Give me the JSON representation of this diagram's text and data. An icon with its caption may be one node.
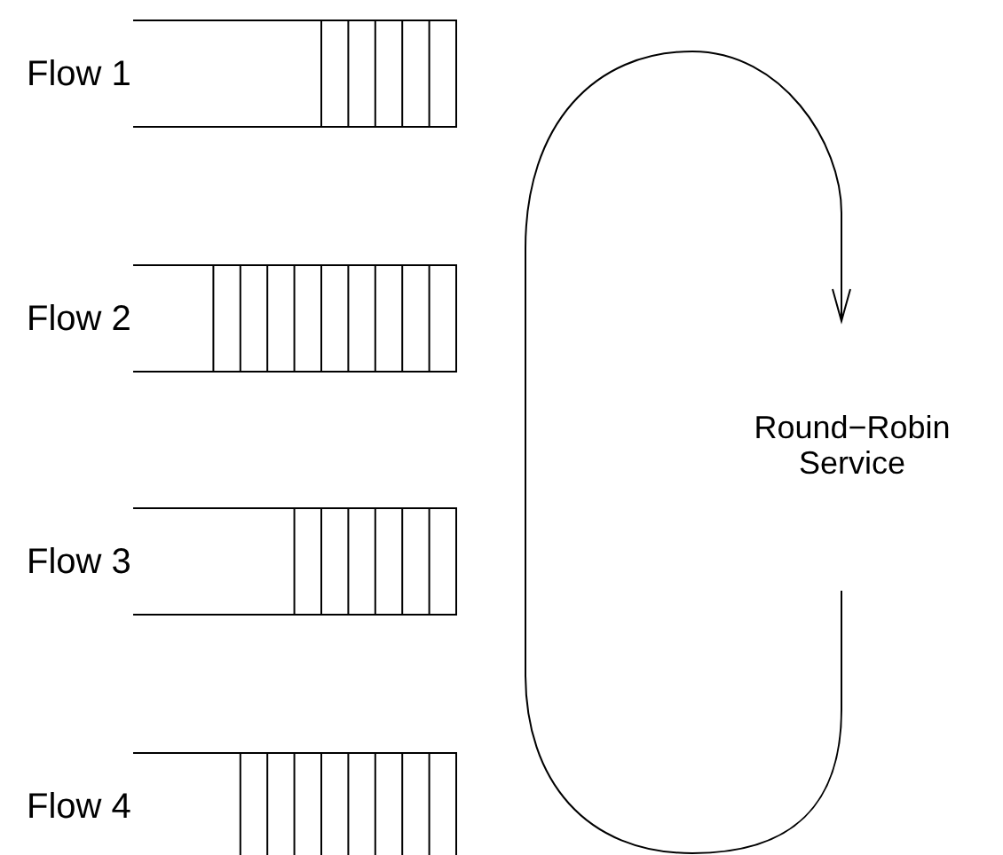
{
  "diagram": {
    "nodes": [
      {
        "text": [
          "Flow 1"
        ]
      },
      {
        "text": [
          "Flow 2"
        ]
      },
      {
        "text": [
          "Flow 3"
        ]
      },
      {
        "text": [
          "Flow 4"
        ]
      }
    ],
    "labels": [
      "Round−Robin Service"
    ]
  }
}
